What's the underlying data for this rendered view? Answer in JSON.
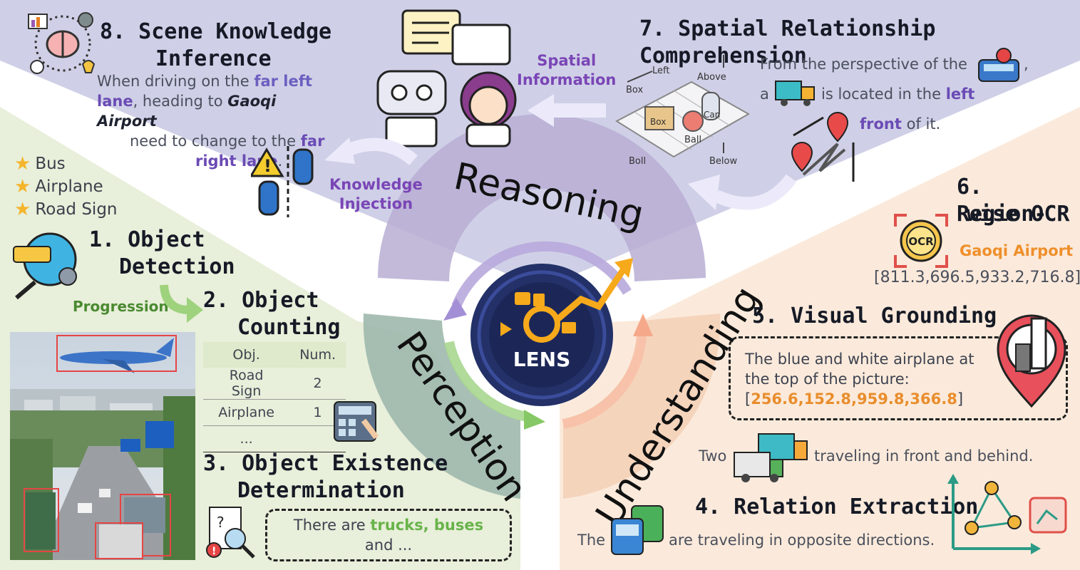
{
  "center_logo": {
    "text": "LENS"
  },
  "sectors": {
    "reasoning": "Reasoning",
    "perception": "Perception",
    "understanding": "Understanding"
  },
  "sec8": {
    "title_line1": "8. Scene Knowledge",
    "title_line2": "Inference",
    "t1": "When driving on the ",
    "h1": "far left",
    "t2": "lane",
    "t3": ", heading to ",
    "h2": "Gaoqi Airport",
    "t4": "need to change to the ",
    "h3": "far",
    "h4": "right lane",
    "t5": "."
  },
  "sec7": {
    "title": "7. Spatial Relationship Comprehension",
    "t1": "From the perspective of the",
    "t2": ",",
    "t3": "a",
    "t4": "is located in the",
    "h1": "left",
    "h2": "front",
    "t5": "of it.",
    "diagram_labels": [
      "Box",
      "Left",
      "Above",
      "Can",
      "Box",
      "Ball",
      "Boll",
      "Below"
    ]
  },
  "flow": {
    "spatial_line1": "Spatial",
    "spatial_line2": "Information",
    "knowledge_line1": "Knowledge",
    "knowledge_line2": "Injection"
  },
  "left_items": [
    "Bus",
    "Airplane",
    "Road Sign"
  ],
  "sec1": {
    "title_line1": "1. Object",
    "title_line2": "Detection"
  },
  "progression": "Progression",
  "sec2": {
    "title_line1": "2. Object",
    "title_line2": "Counting",
    "table": {
      "headers": [
        "Obj.",
        "Num."
      ],
      "rows": [
        [
          "Road Sign",
          "2"
        ],
        [
          "Airplane",
          "1"
        ],
        [
          "...",
          ""
        ]
      ]
    }
  },
  "sec3": {
    "title_line1": "3. Object Existence",
    "title_line2": "Determination",
    "t1": "There are ",
    "h1": "trucks, buses",
    "t2": "and ..."
  },
  "sec6": {
    "title_line1": "6. Region-",
    "title_line2": "wise OCR",
    "ocr_badge": "OCR",
    "answer": "Gaoqi Airport",
    "coords": "[811.3,696.5,933.2,716.8]"
  },
  "sec5": {
    "title": "5. Visual Grounding",
    "t1": "The blue and white airplane at",
    "t2": "the top of the picture:",
    "br_open": "[",
    "coords": "256.6,152.8,959.8,366.8",
    "br_close": "]"
  },
  "sec4": {
    "two": "Two",
    "front_behind": "traveling in front and behind.",
    "title": "4. Relation Extraction",
    "the": "The",
    "opposite": "are traveling in opposite directions."
  },
  "colors": {
    "reasoning_bg": "#cfcfe6",
    "perception_bg": "#e7eed9",
    "understanding_bg": "#fae9d6",
    "reasoning_arc": "#b9aed0",
    "perception_arc": "#9eb6ad",
    "understanding_arc": "#f3d1b8"
  }
}
